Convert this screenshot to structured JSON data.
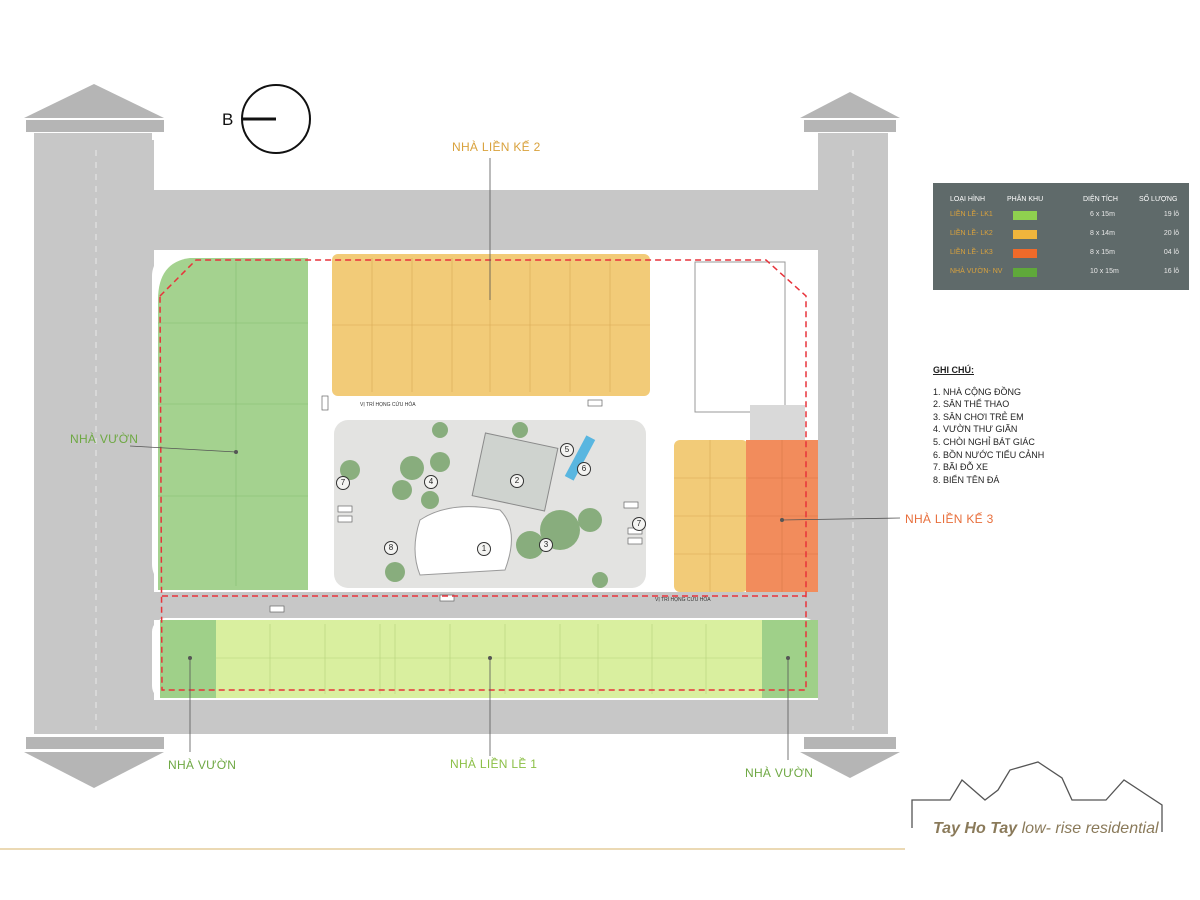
{
  "compass": {
    "north_letter": "B"
  },
  "zones": {
    "lk2_label": "NHÀ LIỀN KẾ 2",
    "lk3_label": "NHÀ LIỀN KẾ 3",
    "lk1_label": "NHÀ LIỀN LỀ 1",
    "nv_left_label": "NHÀ VƯỜN",
    "nv_bottom_left_label": "NHÀ VƯỜN",
    "nv_bottom_right_label": "NHÀ VƯỜN"
  },
  "legend_table": {
    "headers": {
      "type": "LOẠI HÌNH",
      "zone": "PHÂN KHU",
      "area": "DIỆN TÍCH",
      "qty": "SỐ LƯỢNG"
    },
    "rows": [
      {
        "type": "LIỀN LỀ- LK1",
        "color": "#8fd14f",
        "area": "6 x 15m",
        "qty": "19 lô"
      },
      {
        "type": "LIỀN LỀ- LK2",
        "color": "#f0b53c",
        "area": "8 x 14m",
        "qty": "20 lô"
      },
      {
        "type": "LIỀN LỀ- LK3",
        "color": "#f06a2a",
        "area": "8 x 15m",
        "qty": "04 lô"
      },
      {
        "type": "NHÀ VƯỜN- NV",
        "color": "#5fa83a",
        "area": "10 x 15m",
        "qty": "16 lô"
      }
    ]
  },
  "notes": {
    "title": "GHI CHÚ:",
    "items": [
      "1. NHÀ CỘNG ĐỒNG",
      "2. SÂN THỂ THAO",
      "3. SÂN CHƠI TRẺ EM",
      "4. VƯỜN THƯ GIÃN",
      "5. CHÒI NGHỈ BÁT GIÁC",
      "6. BỒN NƯỚC TIỂU CẢNH",
      "7. BÃI ĐỖ XE",
      "8. BIỂN TÊN ĐÁ"
    ]
  },
  "fire_hydrant_labels": [
    "VỊ TRÍ HỌNG CỨU HỎA",
    "VỊ TRÍ HỌNG CỨU HỎA"
  ],
  "park_numbers": [
    "1",
    "2",
    "3",
    "4",
    "5",
    "6",
    "7",
    "7",
    "8"
  ],
  "brand": {
    "part1": "Tay Ho Tay",
    "part2": " low- rise residential"
  },
  "colors": {
    "road": "#c7c7c7",
    "lk1": "#d9ef9f",
    "lk2": "#f2cb78",
    "lk3": "#f28c5c",
    "nhavuon": "#9fd089",
    "boundary": "#e8333b",
    "legend_bg": "#5f6a6a"
  }
}
